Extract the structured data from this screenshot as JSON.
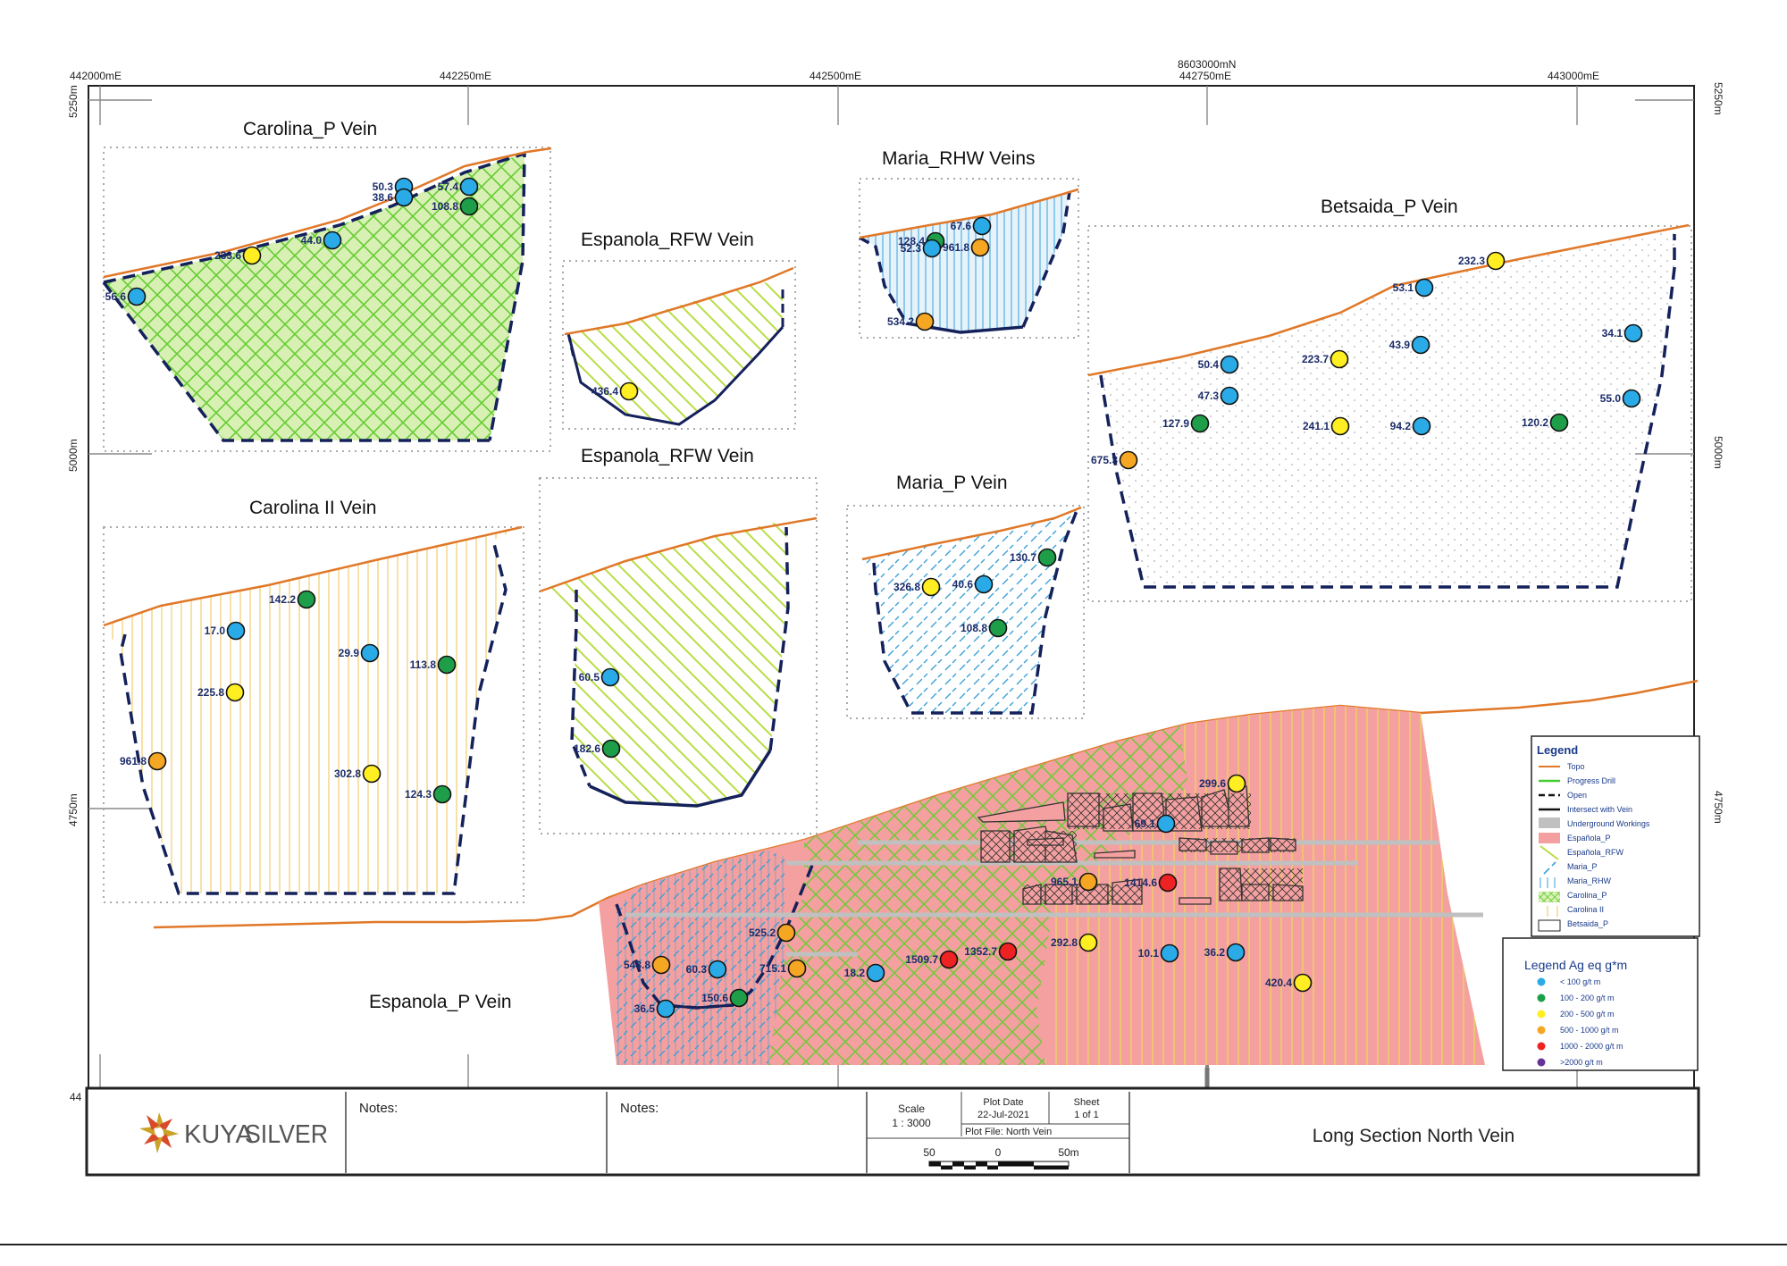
{
  "colors": {
    "topo": "#e07828",
    "progress": "#44cc33",
    "open": "#14215a",
    "pink": "#f5a0a0",
    "green_hatch": "#66cc33",
    "blue_hatch": "#3ba0d8",
    "yellow_hatch": "#f0d050",
    "lime_hatch": "#b8dd44",
    "underground": "#c0c0c0",
    "label": "#1c2c6a",
    "dot_lt100": "#2aaae6",
    "dot_100_200": "#1f9e4a",
    "dot_200_500": "#ffee22",
    "dot_500_1000": "#f5a623",
    "dot_1000_2000": "#ee2222",
    "dot_gt2000": "#663399"
  },
  "coords": {
    "top_easting": [
      "442000mE",
      "442250mE",
      "442500mE",
      "442750mE",
      "443000mE"
    ],
    "northing_label": "8603000mN",
    "left_elevation": [
      "5250m",
      "5000m",
      "4750m"
    ],
    "right_elevation": [
      "5250m",
      "5000m",
      "4750m"
    ],
    "bottom_left_cut": "44"
  },
  "panels": {
    "carolina_p": "Carolina_P Vein",
    "espanola_rfw_top": "Espanola_RFW Vein",
    "maria_rhw": "Maria_RHW Veins",
    "betsaida_p": "Betsaida_P Vein",
    "carolina_ii": "Carolina II Vein",
    "espanola_rfw_mid": "Espanola_RFW Vein",
    "maria_p": "Maria_P Vein",
    "espanola_p": "Espanola_P Vein"
  },
  "samples": [
    {
      "id": "cp-1",
      "label": "50.3",
      "grade": "lt100"
    },
    {
      "id": "cp-2",
      "label": "38.6",
      "grade": "lt100"
    },
    {
      "id": "cp-3",
      "label": "57.4",
      "grade": "lt100"
    },
    {
      "id": "cp-4",
      "label": "108.8",
      "grade": "g100_200"
    },
    {
      "id": "cp-5",
      "label": "44.0",
      "grade": "lt100"
    },
    {
      "id": "cp-6",
      "label": "233.6",
      "grade": "g200_500"
    },
    {
      "id": "cp-7",
      "label": "56.6",
      "grade": "lt100"
    },
    {
      "id": "er1-1",
      "label": "436.4",
      "grade": "g200_500"
    },
    {
      "id": "mr-1",
      "label": "67.6",
      "grade": "lt100"
    },
    {
      "id": "mr-2",
      "label": "128.4",
      "grade": "g100_200"
    },
    {
      "id": "mr-3",
      "label": "52.3",
      "grade": "lt100"
    },
    {
      "id": "mr-4",
      "label": "961.8",
      "grade": "g500_1000"
    },
    {
      "id": "mr-5",
      "label": "534.2",
      "grade": "g500_1000"
    },
    {
      "id": "bp-1",
      "label": "232.3",
      "grade": "g200_500"
    },
    {
      "id": "bp-2",
      "label": "53.1",
      "grade": "lt100"
    },
    {
      "id": "bp-3",
      "label": "34.1",
      "grade": "lt100"
    },
    {
      "id": "bp-4",
      "label": "43.9",
      "grade": "lt100"
    },
    {
      "id": "bp-5",
      "label": "223.7",
      "grade": "g200_500"
    },
    {
      "id": "bp-6",
      "label": "50.4",
      "grade": "lt100"
    },
    {
      "id": "bp-7",
      "label": "47.3",
      "grade": "lt100"
    },
    {
      "id": "bp-8",
      "label": "55.0",
      "grade": "lt100"
    },
    {
      "id": "bp-9",
      "label": "127.9",
      "grade": "g100_200"
    },
    {
      "id": "bp-10",
      "label": "241.1",
      "grade": "g200_500"
    },
    {
      "id": "bp-11",
      "label": "94.2",
      "grade": "lt100"
    },
    {
      "id": "bp-12",
      "label": "120.2",
      "grade": "g100_200"
    },
    {
      "id": "bp-13",
      "label": "675.3",
      "grade": "g500_1000"
    },
    {
      "id": "ci-1",
      "label": "142.2",
      "grade": "g100_200"
    },
    {
      "id": "ci-2",
      "label": "17.0",
      "grade": "lt100"
    },
    {
      "id": "ci-3",
      "label": "29.9",
      "grade": "lt100"
    },
    {
      "id": "ci-4",
      "label": "113.8",
      "grade": "g100_200"
    },
    {
      "id": "ci-5",
      "label": "225.8",
      "grade": "g200_500"
    },
    {
      "id": "ci-6",
      "label": "961.8",
      "grade": "g500_1000"
    },
    {
      "id": "ci-7",
      "label": "302.8",
      "grade": "g200_500"
    },
    {
      "id": "ci-8",
      "label": "124.3",
      "grade": "g100_200"
    },
    {
      "id": "er2-1",
      "label": "60.5",
      "grade": "lt100"
    },
    {
      "id": "er2-2",
      "label": "182.6",
      "grade": "g100_200"
    },
    {
      "id": "mp-1",
      "label": "130.7",
      "grade": "g100_200"
    },
    {
      "id": "mp-2",
      "label": "326.8",
      "grade": "g200_500"
    },
    {
      "id": "mp-3",
      "label": "40.6",
      "grade": "lt100"
    },
    {
      "id": "mp-4",
      "label": "108.8",
      "grade": "g100_200"
    },
    {
      "id": "ep-1",
      "label": "299.6",
      "grade": "g200_500"
    },
    {
      "id": "ep-2",
      "label": "69.1",
      "grade": "lt100"
    },
    {
      "id": "ep-3",
      "label": "965.1",
      "grade": "g500_1000"
    },
    {
      "id": "ep-4",
      "label": "1414.6",
      "grade": "g1000_2000"
    },
    {
      "id": "ep-5",
      "label": "525.2",
      "grade": "g500_1000"
    },
    {
      "id": "ep-6",
      "label": "1352.7",
      "grade": "g1000_2000"
    },
    {
      "id": "ep-7",
      "label": "292.8",
      "grade": "g200_500"
    },
    {
      "id": "ep-8",
      "label": "10.1",
      "grade": "lt100"
    },
    {
      "id": "ep-9",
      "label": "36.2",
      "grade": "lt100"
    },
    {
      "id": "ep-10",
      "label": "543.8",
      "grade": "g500_1000"
    },
    {
      "id": "ep-11",
      "label": "60.3",
      "grade": "lt100"
    },
    {
      "id": "ep-12",
      "label": "715.1",
      "grade": "g500_1000"
    },
    {
      "id": "ep-13",
      "label": "1509.7",
      "grade": "g1000_2000"
    },
    {
      "id": "ep-14",
      "label": "18.2",
      "grade": "lt100"
    },
    {
      "id": "ep-15",
      "label": "420.4",
      "grade": "g200_500"
    },
    {
      "id": "ep-16",
      "label": "36.5",
      "grade": "lt100"
    },
    {
      "id": "ep-17",
      "label": "150.6",
      "grade": "g100_200"
    }
  ],
  "legend": {
    "title": "Legend",
    "items": [
      "Topo",
      "Progress Drill",
      "Open",
      "Intersect with Vein",
      "Underground Workings",
      "Española_P",
      "Española_RFW",
      "Maria_P",
      "Maria_RHW",
      "Carolina_P",
      "Carolina II",
      "Betsaida_P"
    ]
  },
  "grade_legend": {
    "title": "Legend Ag eq g*m",
    "items": [
      "< 100 g/t m",
      "100 - 200 g/t m",
      "200 - 500 g/t m",
      "500 - 1000 g/t m",
      "1000 - 2000 g/t m",
      ">2000 g/t m"
    ]
  },
  "title_block": {
    "logo_text_a": "KUYA",
    "logo_text_b": "SILVER",
    "notes_1": "Notes:",
    "notes_2": "Notes:",
    "scale_label": "Scale",
    "scale_value": "1 : 3000",
    "plot_date_label": "Plot Date",
    "plot_date_value": "22-Jul-2021",
    "sheet_label": "Sheet",
    "sheet_value": "1 of 1",
    "plot_file": "Plot File: North Vein",
    "scalebar_labels": [
      "50",
      "0",
      "50m"
    ],
    "drawing_title": "Long Section North Vein"
  }
}
